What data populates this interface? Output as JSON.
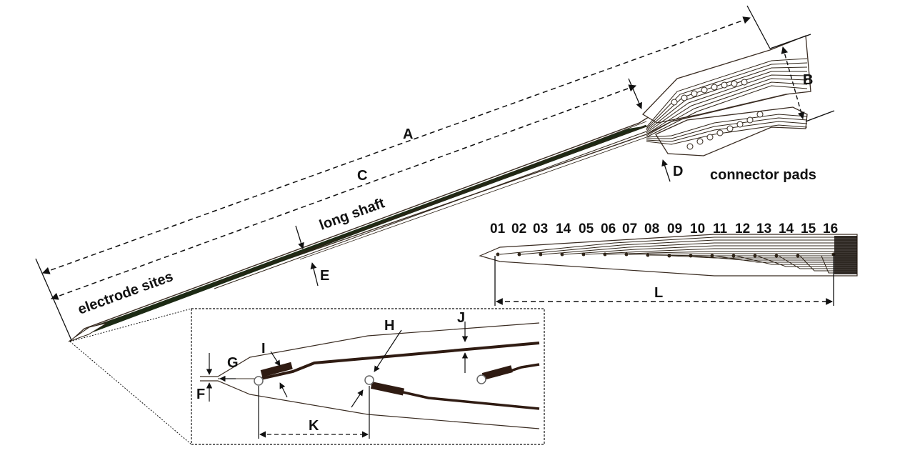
{
  "labels": {
    "A": "A",
    "B": "B",
    "C": "C",
    "D": "D",
    "E": "E",
    "F": "F",
    "G": "G",
    "H": "H",
    "I": "I",
    "J": "J",
    "K": "K",
    "L": "L"
  },
  "text": {
    "electrode_sites": "electrode sites",
    "long_shaft": "long shaft",
    "connector_pads": "connector pads"
  },
  "site_numbers": [
    "01",
    "02",
    "03",
    "14",
    "05",
    "06",
    "07",
    "08",
    "09",
    "10",
    "11",
    "12",
    "13",
    "14",
    "15",
    "16"
  ],
  "colors": {
    "trace": "#2f2418",
    "outline": "#3a2c22",
    "shaft_core": "#1c2a14"
  }
}
